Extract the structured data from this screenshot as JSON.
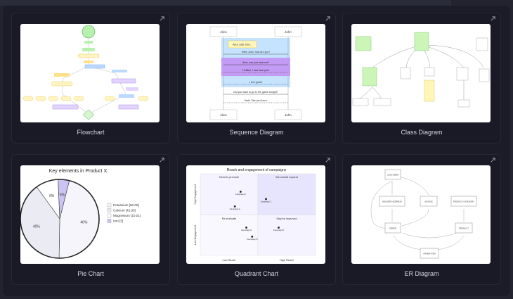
{
  "cards": [
    {
      "label": "Flowchart",
      "icon": "open-external-icon"
    },
    {
      "label": "Sequence Diagram",
      "icon": "open-external-icon"
    },
    {
      "label": "Class Diagram",
      "icon": "open-external-icon"
    },
    {
      "label": "Pie Chart",
      "icon": "open-external-icon"
    },
    {
      "label": "Quadrant Chart",
      "icon": "open-external-icon"
    },
    {
      "label": "ER Diagram",
      "icon": "open-external-icon"
    }
  ],
  "sequence": {
    "actor_a": "Alice",
    "actor_b": "John",
    "msg1": "Alice calls John...",
    "msg2": "Hello John, how are you?",
    "msg3": "John, can you hear me?",
    "msg4": "Hi Alice, I can hear you!",
    "msg5": "I feel great!",
    "msg6": "Did you want to go to the game tonight?",
    "msg7": "Yeah! See you there."
  },
  "pie": {
    "title": "Key elements in Product X",
    "slices": [
      {
        "name": "Potassium",
        "value": 50.05,
        "label": "46%",
        "color": "#f5f5fb"
      },
      {
        "name": "Calcium",
        "value": 42.96,
        "label": "40%",
        "color": "#ebebf3"
      },
      {
        "name": "Magnesium",
        "value": 10.01,
        "label": "9%",
        "color": "#ffffff"
      },
      {
        "name": "Iron",
        "value": 5,
        "label": "5%",
        "color": "#c9c4f3"
      }
    ],
    "legend": [
      "Potassium [50.05]",
      "Calcium [42.96]",
      "Magnesium [10.01]",
      "Iron [5]"
    ]
  },
  "quadrant": {
    "title": "Reach and engagement of campaigns",
    "q1": "We should expand",
    "q2": "Need to promote",
    "q3": "Re-evaluate",
    "q4": "May be improved",
    "x_low": "Low Reach",
    "x_high": "High Reach",
    "y_low": "Low Engagement",
    "y_high": "High Engagement",
    "points": [
      {
        "name": "Campaign F",
        "x": 0.35,
        "y": 0.78
      },
      {
        "name": "Campaign C",
        "x": 0.57,
        "y": 0.69
      },
      {
        "name": "Campaign A",
        "x": 0.3,
        "y": 0.6
      },
      {
        "name": "Campaign E",
        "x": 0.4,
        "y": 0.34
      },
      {
        "name": "Campaign D",
        "x": 0.68,
        "y": 0.34
      },
      {
        "name": "Campaign B",
        "x": 0.45,
        "y": 0.23
      }
    ]
  },
  "er": {
    "customer": "CUSTOMER",
    "delivery": "DELIVERY-ADDRESS",
    "invoice": "INVOICE",
    "order": "ORDER",
    "product_category": "PRODUCT-CATEGORY",
    "product": "PRODUCT",
    "order_item": "ORDER-ITEM"
  }
}
